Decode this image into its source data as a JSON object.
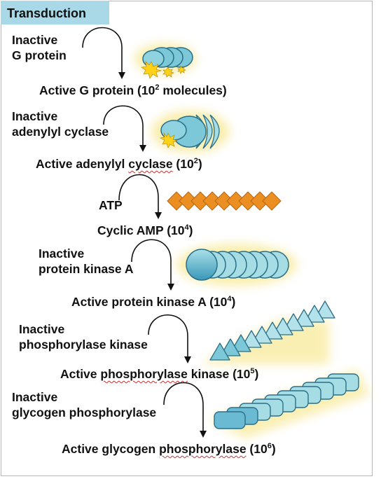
{
  "title": "Transduction",
  "steps": [
    {
      "inactive_lines": [
        "Inactive",
        "G protein"
      ],
      "active_parts": [
        {
          "t": "Active G protein (10"
        },
        {
          "t": "2",
          "sup": true
        },
        {
          "t": " molecules)"
        }
      ]
    },
    {
      "inactive_lines": [
        "Inactive",
        "adenylyl cyclase"
      ],
      "active_parts": [
        {
          "t": "Active adenylyl "
        },
        {
          "t": "cyclase",
          "squiggle": true
        },
        {
          "t": " (10"
        },
        {
          "t": "2",
          "sup": true
        },
        {
          "t": ")"
        }
      ]
    },
    {
      "inactive_lines": [
        "ATP"
      ],
      "active_parts": [
        {
          "t": "Cyclic AMP (10"
        },
        {
          "t": "4",
          "sup": true
        },
        {
          "t": ")"
        }
      ]
    },
    {
      "inactive_lines": [
        "Inactive",
        "protein kinase A"
      ],
      "active_parts": [
        {
          "t": "Active protein kinase A (10"
        },
        {
          "t": "4",
          "sup": true
        },
        {
          "t": ")"
        }
      ]
    },
    {
      "inactive_lines": [
        "Inactive",
        "phosphorylase kinase"
      ],
      "active_parts": [
        {
          "t": "Active "
        },
        {
          "t": "phosphorylase",
          "squiggle": true
        },
        {
          "t": " kinase (10"
        },
        {
          "t": "5",
          "sup": true
        },
        {
          "t": ")"
        }
      ]
    },
    {
      "inactive_lines": [
        "Inactive",
        "glycogen phosphorylase"
      ],
      "active_parts": [
        {
          "t": "Active glycogen "
        },
        {
          "t": "phosphorylase",
          "squiggle": true
        },
        {
          "t": " (10"
        },
        {
          "t": "6",
          "sup": true
        },
        {
          "t": ")"
        }
      ]
    }
  ],
  "colors": {
    "title_fill": "#a9d8e6",
    "frame_border": "#8fc3d6",
    "protein_fill": "#7cc8d8",
    "protein_stroke": "#2a6f88",
    "glow": "#f5e06a",
    "camp": "#ec8f22",
    "spark": "#ffd21a"
  }
}
